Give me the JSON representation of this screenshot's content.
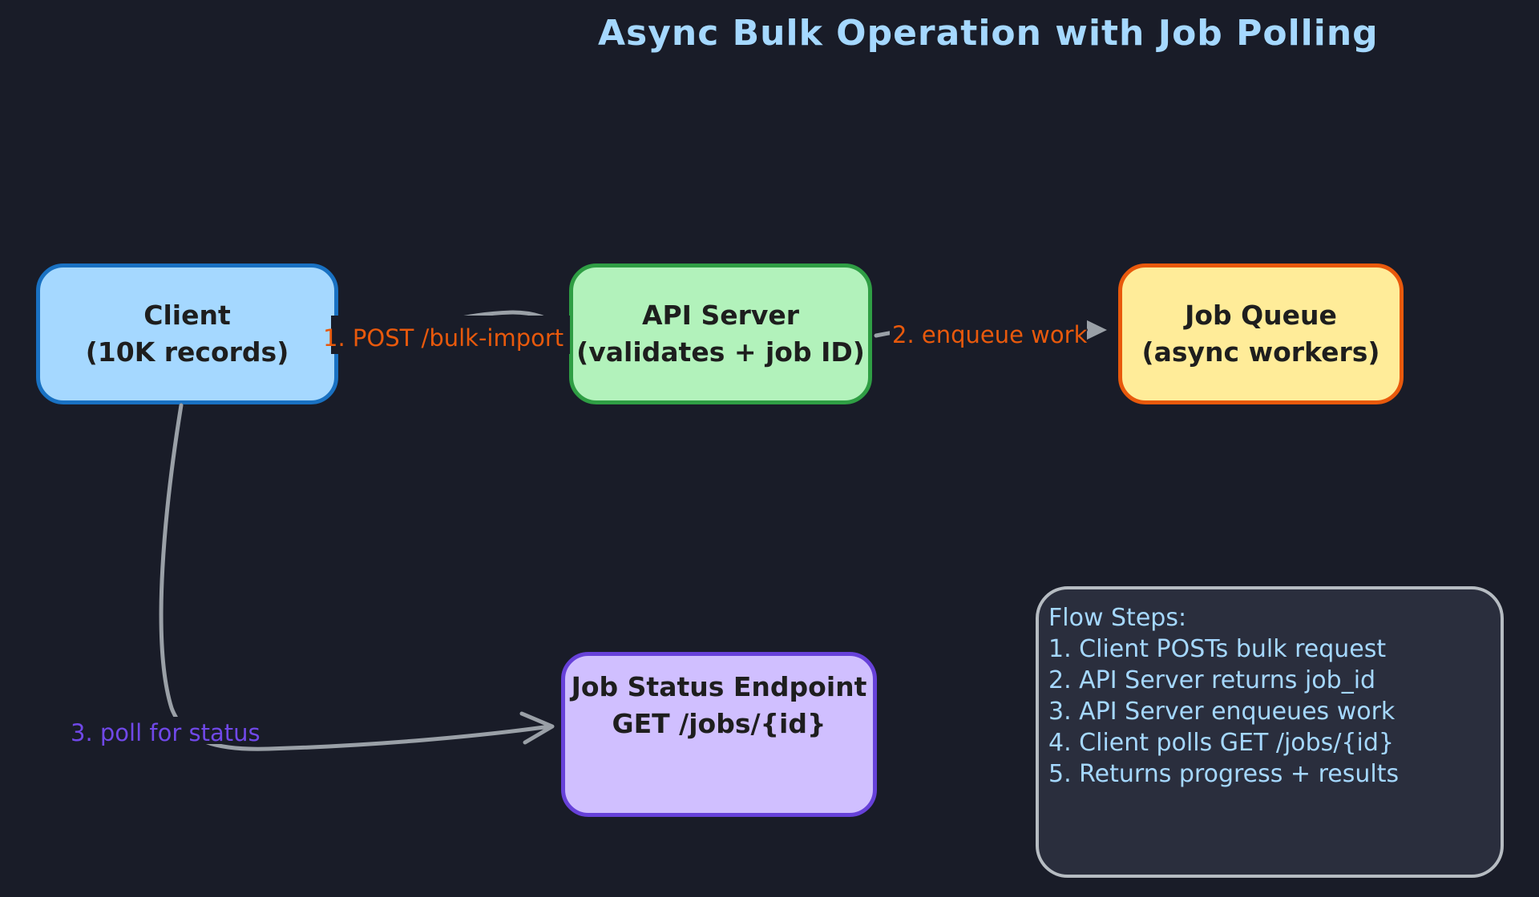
{
  "title": "Async Bulk Operation with Job Polling",
  "colors": {
    "canvas-bg": "#191c28",
    "heading-text": "#a5d8ff",
    "node-text": "#1e1e1e",
    "connector": "#9aa0a7",
    "panel-bg": "#2a2e3d",
    "panel-border": "#b6bcc2",
    "panel-text": "#a5d8ff"
  },
  "nodes": {
    "client": {
      "line1": "Client",
      "line2": "(10K records)",
      "fill": "#a5d8ff",
      "border": "#1971c2"
    },
    "api_server": {
      "line1": "API Server",
      "line2": "(validates + job ID)",
      "fill": "#b2f2bb",
      "border": "#2f9e44"
    },
    "job_queue": {
      "line1": "Job Queue",
      "line2": "(async workers)",
      "fill": "#ffec99",
      "border": "#e8590c"
    },
    "job_status": {
      "line1": "Job Status Endpoint",
      "line2": "GET /jobs/{id}",
      "fill": "#d0bfff",
      "border": "#6741d9"
    }
  },
  "edges": {
    "post_bulk_import": {
      "label": "1. POST /bulk-import",
      "color": "#e8590c"
    },
    "enqueue_work": {
      "label": "2. enqueue work",
      "color": "#e8590c"
    },
    "poll_for_status": {
      "label": "3. poll for status",
      "color": "#7048e8"
    }
  },
  "panel": {
    "lines": [
      "Flow Steps:",
      "1. Client POSTs bulk request",
      "2. API Server returns job_id",
      "3. API Server enqueues work",
      "4. Client polls GET /jobs/{id}",
      "5. Returns progress + results"
    ]
  }
}
